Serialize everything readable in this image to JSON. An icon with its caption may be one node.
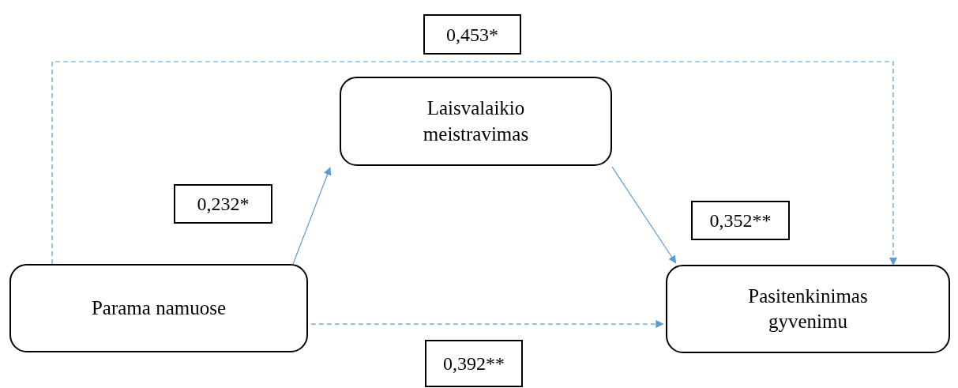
{
  "diagram": {
    "nodes": [
      {
        "text": [
          "Parama namuose"
        ]
      },
      {
        "text": [
          "Laisvalaikio meistravimas"
        ]
      },
      {
        "text": [
          "Pasitenkinimas gyvenimu"
        ]
      },
      {
        "text": [
          "0,453*"
        ]
      },
      {
        "text": [
          "0,232*"
        ]
      },
      {
        "text": [
          "0,352**"
        ]
      },
      {
        "text": [
          "0,392**"
        ]
      }
    ],
    "edges": [
      {
        "from": 0,
        "to": 1,
        "arrow": "to"
      },
      {
        "from": 1,
        "to": 2,
        "arrow": "to"
      },
      {
        "from": 0,
        "to": 2,
        "arrow": "to",
        "style": "dashed"
      },
      {
        "from": 0,
        "to": 2,
        "arrow": "to",
        "style": "dashed"
      }
    ]
  }
}
